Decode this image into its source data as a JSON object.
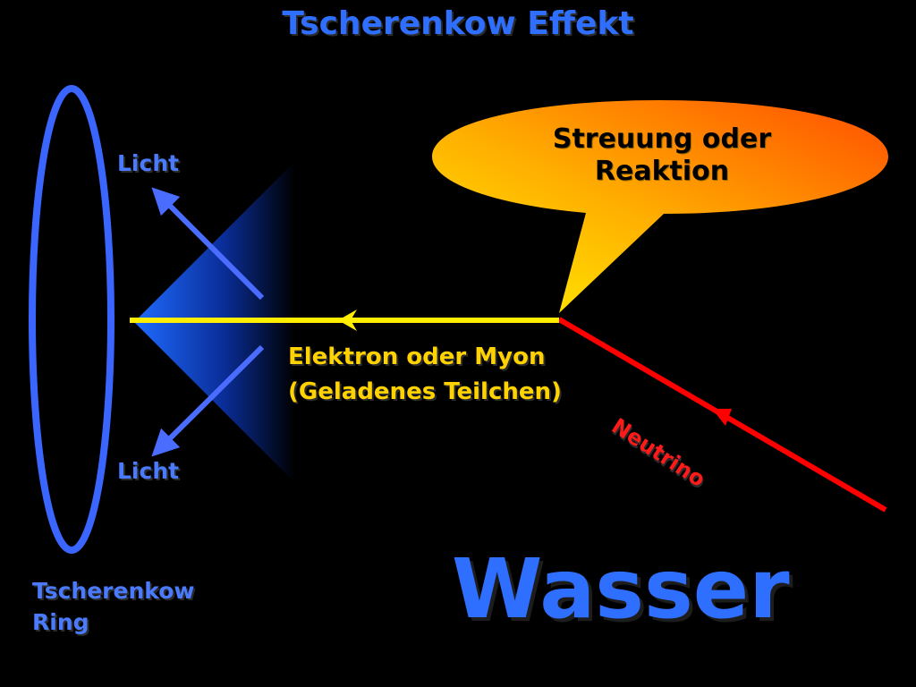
{
  "slide": {
    "title": "Tscherenkow Effekt",
    "licht_upper": "Licht",
    "licht_lower": "Licht",
    "ring_label": [
      "Tscherenkow",
      "Ring"
    ],
    "particle_label": [
      "Elektron oder Myon",
      "(Geladenes Teilchen)"
    ],
    "callout_text": [
      "Streuung oder",
      "Reaktion"
    ],
    "neutrino_label": "Neutrino",
    "medium_label": "Wasser"
  },
  "colors": {
    "background": "#000000",
    "title_blue": "#2f6fff",
    "ring_blue": "#3a66ff",
    "particle_track": "#ffee00",
    "neutrino_track": "#ff0000",
    "callout_gradient": [
      "#ffee00",
      "#ff5a00"
    ],
    "cone_gradient": [
      "#1f6bff",
      "#000000"
    ]
  }
}
